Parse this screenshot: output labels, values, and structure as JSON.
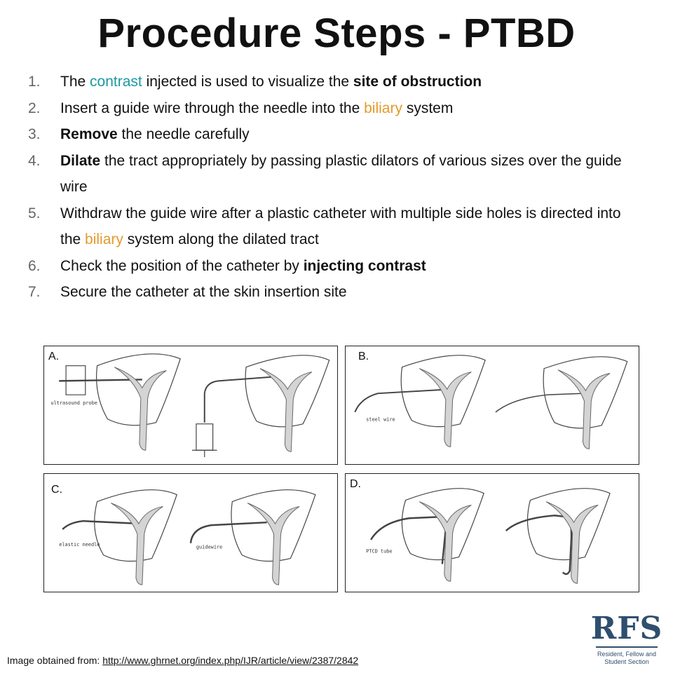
{
  "title": "Procedure Steps - PTBD",
  "steps": [
    {
      "num": "1.",
      "parts": [
        {
          "t": "The "
        },
        {
          "t": "contrast",
          "s": "teal"
        },
        {
          "t": " injected is used to visualize the "
        },
        {
          "t": "site of obstruction",
          "s": "b"
        }
      ]
    },
    {
      "num": "2.",
      "parts": [
        {
          "t": "Insert a guide wire through the needle into the "
        },
        {
          "t": "biliary",
          "s": "orange"
        },
        {
          "t": " system"
        }
      ]
    },
    {
      "num": "3.",
      "parts": [
        {
          "t": "Remove",
          "s": "b"
        },
        {
          "t": " the needle carefully"
        }
      ]
    },
    {
      "num": "4.",
      "parts": [
        {
          "t": "Dilate",
          "s": "b"
        },
        {
          "t": " the tract appropriately by passing plastic dilators of various sizes over the guide wire"
        }
      ]
    },
    {
      "num": "5.",
      "parts": [
        {
          "t": "Withdraw the guide wire after a plastic catheter with multiple side holes is directed into the "
        },
        {
          "t": "biliary",
          "s": "orange"
        },
        {
          "t": " system along the dilated tract"
        }
      ]
    },
    {
      "num": "6.",
      "parts": [
        {
          "t": "Check the position of the catheter by "
        },
        {
          "t": "injecting contrast",
          "s": "b"
        }
      ]
    },
    {
      "num": "7.",
      "parts": [
        {
          "t": "Secure the catheter at the skin insertion site"
        }
      ]
    }
  ],
  "panels": [
    {
      "label": "A.",
      "caption": "ultrasound probe"
    },
    {
      "label": "B.",
      "caption": "steel wire"
    },
    {
      "label": "C.",
      "caption": "elastic needle",
      "caption2": "guidewire"
    },
    {
      "label": "D.",
      "caption": "PTCD tube"
    }
  ],
  "footer": {
    "prefix": "Image obtained from: ",
    "link": "http://www.ghrnet.org/index.php/IJR/article/view/2387/2842"
  },
  "logo": {
    "mark": "RFS",
    "line1": "Resident, Fellow and",
    "line2": "Student Section"
  },
  "colors": {
    "teal": "#1a9aa0",
    "orange": "#e59a2a",
    "logo": "#2f4f6e"
  }
}
